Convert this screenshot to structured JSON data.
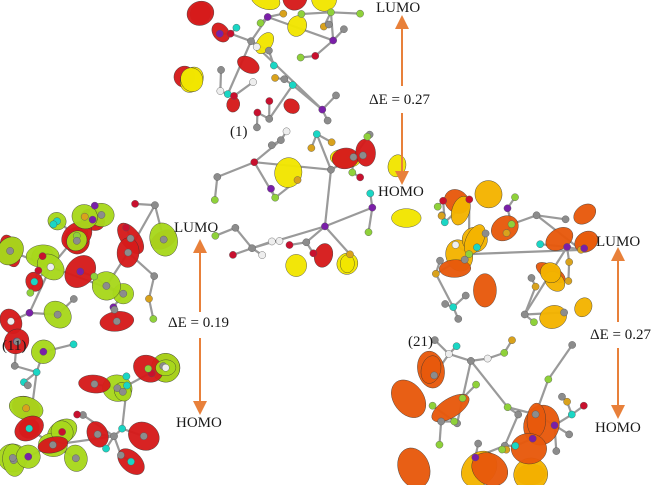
{
  "panels": [
    {
      "id": "1",
      "label": "(1)",
      "lumo": "LUMO",
      "homo": "HOMO",
      "gap": "ΔE = 0.27",
      "palette": [
        "#d61b1b",
        "#f2e600"
      ]
    },
    {
      "id": "11",
      "label": "(11)",
      "lumo": "LUMO",
      "homo": "HOMO",
      "gap": "ΔE = 0.19",
      "palette": [
        "#d61b1b",
        "#a8d81c"
      ]
    },
    {
      "id": "21",
      "label": "(21)",
      "lumo": "LUMO",
      "homo": "HOMO",
      "gap": "ΔE = 0.27",
      "palette": [
        "#e8590c",
        "#f4b400"
      ]
    }
  ],
  "atom_colors": {
    "carbon": "#8c8c8c",
    "nitrogen": "#1ad6c4",
    "iodine": "#7a1fa8",
    "oxygen": "#c8102e",
    "fluorine": "#8fd13a",
    "chlorine": "#d9a21c",
    "hydrogen": "#eeeeee"
  },
  "arrow_color": "#e8803a"
}
